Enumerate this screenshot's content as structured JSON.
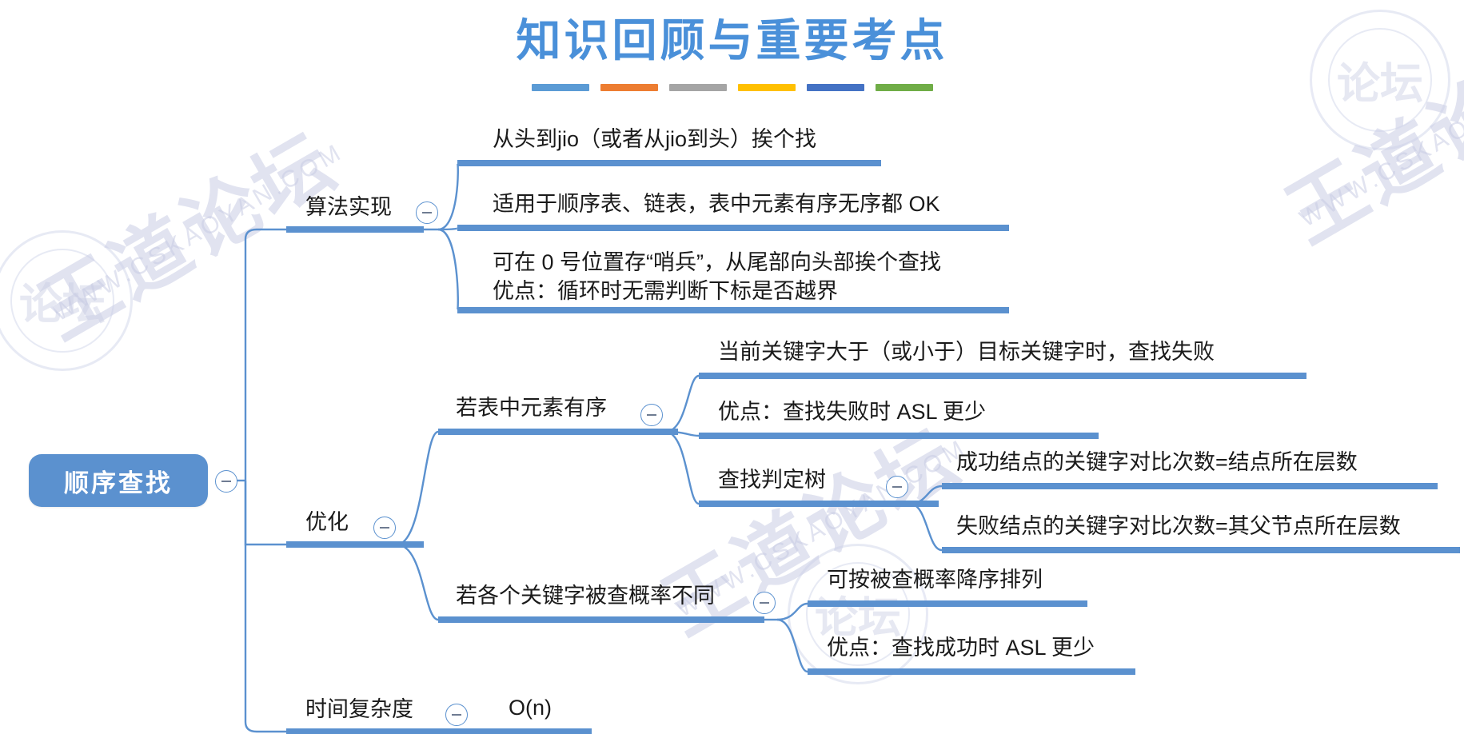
{
  "slide": {
    "title": "知识回顾与重要考点",
    "title_color": "#4a90d9",
    "accent_bars": [
      {
        "name": "bar-blue",
        "color": "#5b9bd5"
      },
      {
        "name": "bar-orange",
        "color": "#ed7d31"
      },
      {
        "name": "bar-gray",
        "color": "#a5a5a5"
      },
      {
        "name": "bar-yellow",
        "color": "#ffc000"
      },
      {
        "name": "bar-indigo",
        "color": "#4472c4"
      },
      {
        "name": "bar-green",
        "color": "#70ad47"
      }
    ]
  },
  "watermark": {
    "cn": "王道论坛",
    "en": "WWW.CSKAOYAN.COM",
    "logo_cn": "论坛",
    "logo_en": "WWW.CSKAOYAN.COM"
  },
  "mindmap": {
    "line_color": "#5b91cf",
    "root": {
      "label": "顺序查找",
      "collapse_icon": "minus-circle-icon"
    },
    "branches": [
      {
        "label": "算法实现",
        "collapse_icon": "minus-circle-icon",
        "children": [
          {
            "label": "从头到jio（或者从jio到头）挨个找"
          },
          {
            "label": "适用于顺序表、链表，表中元素有序无序都 OK"
          },
          {
            "label": "可在 0 号位置存“哨兵”，从尾部向头部挨个查找\n优点：循环时无需判断下标是否越界"
          }
        ]
      },
      {
        "label": "优化",
        "collapse_icon": "minus-circle-icon",
        "children": [
          {
            "label": "若表中元素有序",
            "collapse_icon": "minus-circle-icon",
            "children": [
              {
                "label": "当前关键字大于（或小于）目标关键字时，查找失败"
              },
              {
                "label": "优点：查找失败时 ASL 更少"
              },
              {
                "label": "查找判定树",
                "collapse_icon": "minus-circle-icon",
                "children": [
                  {
                    "label": "成功结点的关键字对比次数=结点所在层数"
                  },
                  {
                    "label": "失败结点的关键字对比次数=其父节点所在层数"
                  }
                ]
              }
            ]
          },
          {
            "label": "若各个关键字被查概率不同",
            "collapse_icon": "minus-circle-icon",
            "children": [
              {
                "label": "可按被查概率降序排列"
              },
              {
                "label": "优点：查找成功时 ASL 更少"
              }
            ]
          }
        ]
      },
      {
        "label": "时间复杂度",
        "collapse_icon": "minus-circle-icon",
        "children": [
          {
            "label": "O(n)"
          }
        ]
      }
    ]
  }
}
